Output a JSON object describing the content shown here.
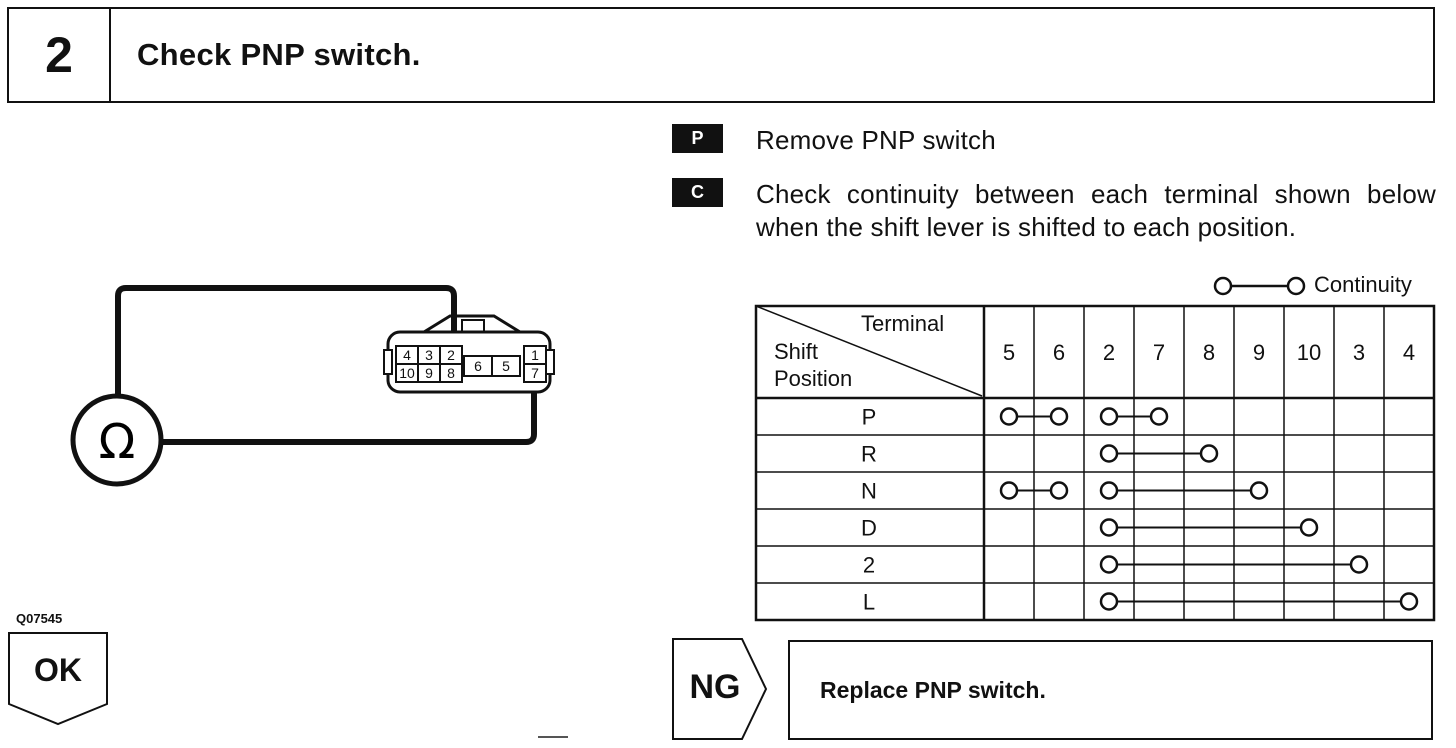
{
  "step": {
    "number": "2",
    "title": "Check PNP switch."
  },
  "diagram": {
    "meter_symbol": "Ω",
    "connector_terminals": {
      "top_row": [
        "4",
        "3",
        "2",
        "6",
        "5",
        "1"
      ],
      "bottom_row": [
        "10",
        "9",
        "8",
        "7"
      ]
    },
    "figure_code": "Q07545"
  },
  "ok": {
    "label": "OK"
  },
  "instructions": [
    {
      "tag": "P",
      "text": "Remove PNP switch"
    },
    {
      "tag": "C",
      "text": "Check continuity between each terminal shown below when the shift lever is shifted to each position."
    }
  ],
  "legend": {
    "label": "Continuity"
  },
  "table": {
    "header_terminal": "Terminal",
    "header_shift": "Shift",
    "header_position": "Position",
    "columns": [
      "5",
      "6",
      "2",
      "7",
      "8",
      "9",
      "10",
      "3",
      "4"
    ],
    "rows": [
      {
        "position": "P",
        "links": [
          [
            0,
            1
          ],
          [
            2,
            3
          ]
        ]
      },
      {
        "position": "R",
        "links": [
          [
            2,
            4
          ]
        ]
      },
      {
        "position": "N",
        "links": [
          [
            0,
            1
          ],
          [
            2,
            5
          ]
        ]
      },
      {
        "position": "D",
        "links": [
          [
            2,
            6
          ]
        ]
      },
      {
        "position": "2",
        "links": [
          [
            2,
            7
          ]
        ]
      },
      {
        "position": "L",
        "links": [
          [
            2,
            8
          ]
        ]
      }
    ]
  },
  "ng": {
    "label": "NG",
    "action": "Replace PNP switch."
  }
}
